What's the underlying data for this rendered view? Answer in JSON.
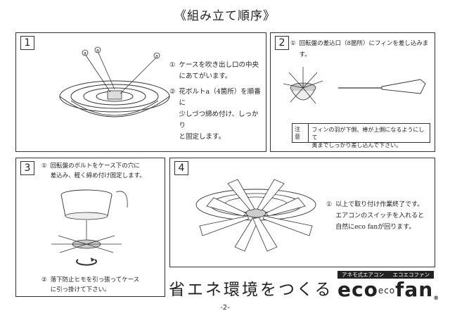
{
  "title": "《組み立て順序》",
  "panels": [
    {
      "number": "1",
      "steps": [
        {
          "marker": "①",
          "text": "ケースを吹き出し口の中央\nにあてがいます。"
        },
        {
          "marker": "②",
          "text": "花ボルトa（4箇所）を順番に\n少しづつ締め付け、しっかり\nと固定します。"
        }
      ],
      "callout_label": "a"
    },
    {
      "number": "2",
      "steps": [
        {
          "marker": "①",
          "text": "回転盤の差込口（8箇所）にフィンを差し込みます。"
        }
      ],
      "note": {
        "label": "注意",
        "text": "フィンの羽が下側、棒が上側になるようにして\n奥までしっかり差し込んで下さい。"
      }
    },
    {
      "number": "3",
      "steps": [
        {
          "marker": "①",
          "text": "回転盤のボルトをケース下の穴に\n差込み、軽く締め付け固定します。"
        },
        {
          "marker": "②",
          "text": "落下防止ヒモを引っ張ってケース\nに引っ掛けて下さい。"
        }
      ]
    },
    {
      "number": "4",
      "steps": [
        {
          "marker": "①",
          "text": "以上で取り付け作業終了です。\nエアコンのスイッチを入れると\n自然にeco fanが回ります。"
        }
      ]
    }
  ],
  "slogan": "省エネ環境をつくる",
  "logo": {
    "top_left": "アネモ式エアコン",
    "top_right": "エコエコファン",
    "word1": "eco",
    "word_small": "eco",
    "word2": "fan",
    "registered": "®"
  },
  "page_number": "-2-"
}
